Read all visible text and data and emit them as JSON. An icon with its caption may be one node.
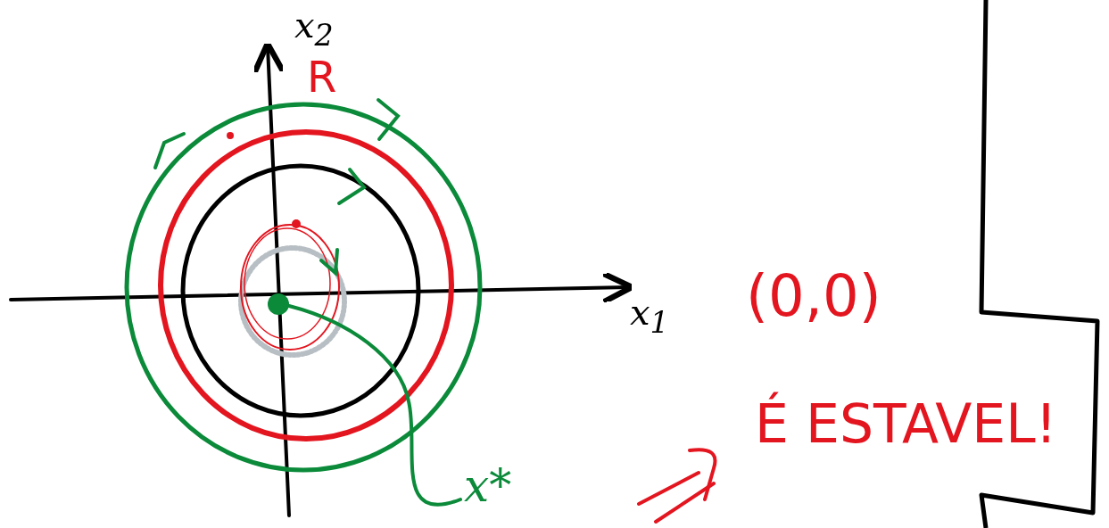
{
  "diagram": {
    "nodes": [
      {
        "text": [
          "x*"
        ]
      },
      {
        "text": [],
        "shape": "circle"
      }
    ],
    "edges": [
      {
        "from": 0,
        "to": 1,
        "arrow": "none"
      }
    ],
    "labels": [
      "x$_{2}$",
      "R",
      "x$_{1}$",
      "(0,0)",
      "É ESTAVEL!"
    ]
  }
}
